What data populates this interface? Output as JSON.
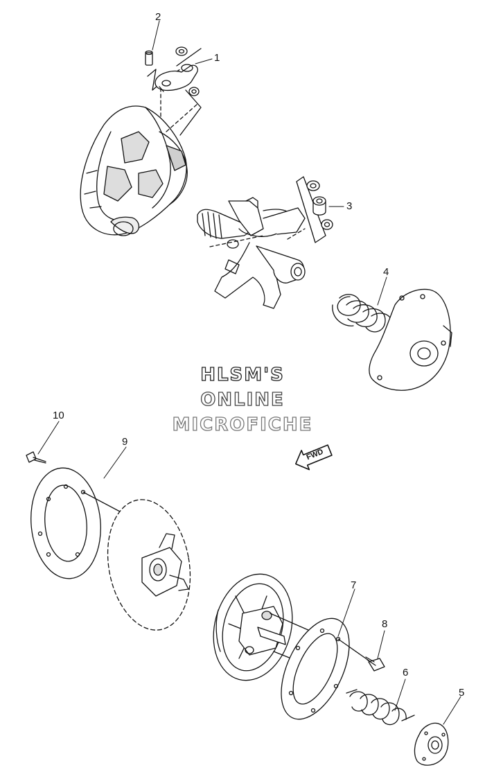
{
  "watermark": {
    "line1": "HLSM'S",
    "line2": "ONLINE",
    "line3": "MICROFICHE"
  },
  "direction_arrow_label": "FWD",
  "callouts": [
    {
      "id": "c1",
      "label": "1"
    },
    {
      "id": "c2",
      "label": "2"
    },
    {
      "id": "c3",
      "label": "3"
    },
    {
      "id": "c4",
      "label": "4"
    },
    {
      "id": "c5",
      "label": "5"
    },
    {
      "id": "c6",
      "label": "6"
    },
    {
      "id": "c7",
      "label": "7"
    },
    {
      "id": "c8",
      "label": "8"
    },
    {
      "id": "c9",
      "label": "9"
    },
    {
      "id": "c10",
      "label": "10"
    }
  ],
  "colors": {
    "line": "#111111",
    "background": "#ffffff"
  }
}
